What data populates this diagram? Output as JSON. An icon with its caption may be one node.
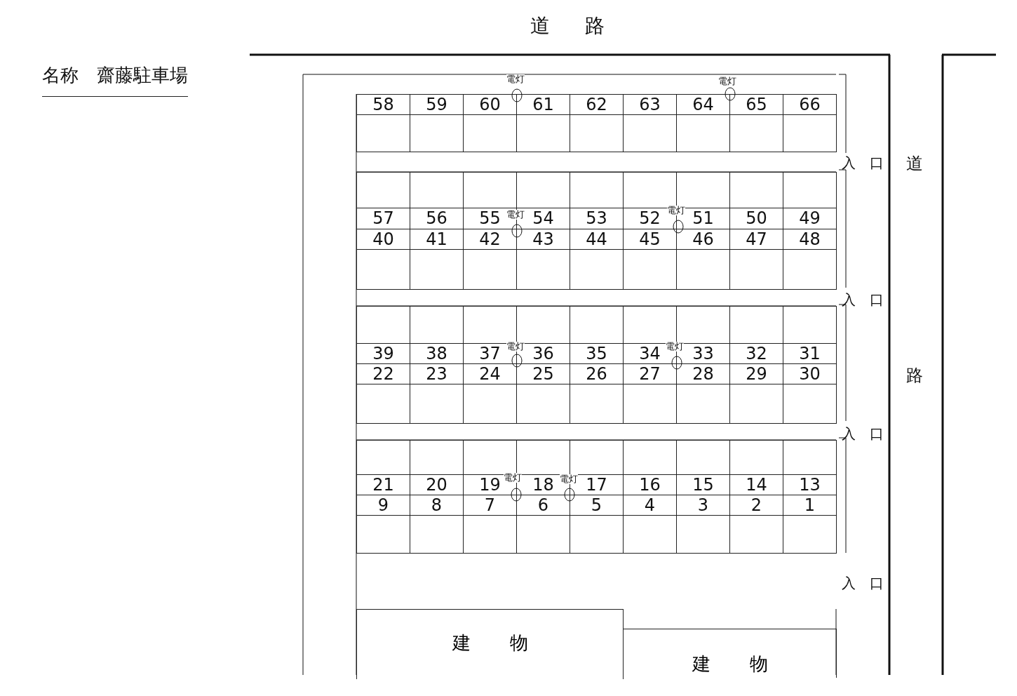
{
  "diagram": {
    "nodes": [
      {
        "text": [
          "58"
        ]
      },
      {
        "text": [
          "59"
        ]
      },
      {
        "text": [
          "60"
        ]
      },
      {
        "text": [
          "61"
        ]
      },
      {
        "text": [
          "62"
        ]
      },
      {
        "text": [
          "63"
        ]
      },
      {
        "text": [
          "64"
        ]
      },
      {
        "text": [
          "65"
        ]
      },
      {
        "text": [
          "66"
        ]
      },
      {
        "text": [
          "57"
        ]
      },
      {
        "text": [
          "56"
        ]
      },
      {
        "text": [
          "55"
        ]
      },
      {
        "text": [
          "54"
        ]
      },
      {
        "text": [
          "53"
        ]
      },
      {
        "text": [
          "52"
        ]
      },
      {
        "text": [
          "51"
        ]
      },
      {
        "text": [
          "50"
        ]
      },
      {
        "text": [
          "49"
        ]
      },
      {
        "text": [
          "40"
        ]
      },
      {
        "text": [
          "41"
        ]
      },
      {
        "text": [
          "42"
        ]
      },
      {
        "text": [
          "43"
        ]
      },
      {
        "text": [
          "44"
        ]
      },
      {
        "text": [
          "45"
        ]
      },
      {
        "text": [
          "46"
        ]
      },
      {
        "text": [
          "47"
        ]
      },
      {
        "text": [
          "48"
        ]
      },
      {
        "text": [
          "39"
        ]
      },
      {
        "text": [
          "38"
        ]
      },
      {
        "text": [
          "37"
        ]
      },
      {
        "text": [
          "36"
        ]
      },
      {
        "text": [
          "35"
        ]
      },
      {
        "text": [
          "34"
        ]
      },
      {
        "text": [
          "33"
        ]
      },
      {
        "text": [
          "32"
        ]
      },
      {
        "text": [
          "31"
        ]
      },
      {
        "text": [
          "22"
        ]
      },
      {
        "text": [
          "23"
        ]
      },
      {
        "text": [
          "24"
        ]
      },
      {
        "text": [
          "25"
        ]
      },
      {
        "text": [
          "26"
        ]
      },
      {
        "text": [
          "27"
        ]
      },
      {
        "text": [
          "28"
        ]
      },
      {
        "text": [
          "29"
        ]
      },
      {
        "text": [
          "30"
        ]
      },
      {
        "text": [
          "21"
        ]
      },
      {
        "text": [
          "20"
        ]
      },
      {
        "text": [
          "19"
        ]
      },
      {
        "text": [
          "18"
        ]
      },
      {
        "text": [
          "17"
        ]
      },
      {
        "text": [
          "16"
        ]
      },
      {
        "text": [
          "15"
        ]
      },
      {
        "text": [
          "14"
        ]
      },
      {
        "text": [
          "13"
        ]
      },
      {
        "text": [
          "9"
        ]
      },
      {
        "text": [
          "8"
        ]
      },
      {
        "text": [
          "7"
        ]
      },
      {
        "text": [
          "6"
        ]
      },
      {
        "text": [
          "5"
        ]
      },
      {
        "text": [
          "4"
        ]
      },
      {
        "text": [
          "3"
        ]
      },
      {
        "text": [
          "2"
        ]
      },
      {
        "text": [
          "1"
        ]
      },
      {
        "text": [
          "建物"
        ]
      },
      {
        "text": [
          "建物"
        ]
      }
    ],
    "labels": [
      "道路",
      "名称　齋藤駐車場",
      "電灯",
      "電灯",
      "入口",
      "道",
      "電灯",
      "電灯",
      "入口",
      "電灯",
      "電灯",
      "路",
      "入口",
      "電灯",
      "電灯",
      "入口"
    ]
  }
}
